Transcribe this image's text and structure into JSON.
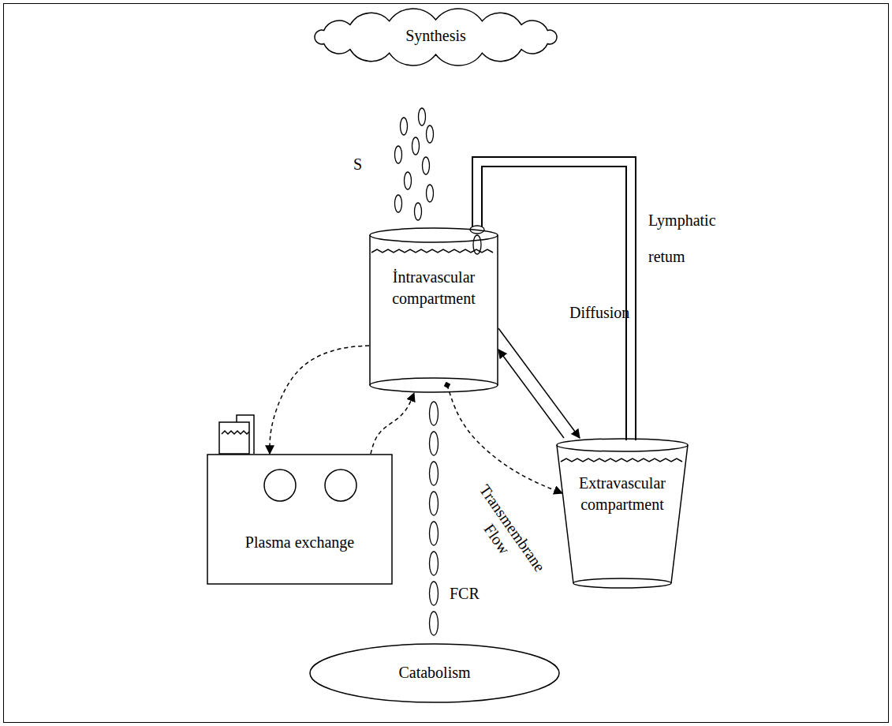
{
  "diagram": {
    "nodes": [
      {
        "text": [
          "Synthesis"
        ]
      },
      {
        "text": [
          "İntravascular compartment"
        ]
      },
      {
        "text": [
          "Extravascular compartment"
        ]
      },
      {
        "text": [
          "Plasma exchange"
        ]
      },
      {
        "text": [
          "Catabolism"
        ]
      }
    ],
    "edges": [
      {
        "from": 0,
        "to": 1,
        "label": "S",
        "arrow": "none"
      },
      {
        "from": 1,
        "to": 2,
        "label": "Diffusion",
        "arrow": "to"
      },
      {
        "from": 2,
        "to": 1,
        "arrow": "to"
      },
      {
        "from": 2,
        "to": 1,
        "label": "Lymphatic retum",
        "arrow": "none"
      },
      {
        "from": 1,
        "to": 2,
        "label": "Transmembrane Flow",
        "arrow": "to"
      },
      {
        "from": 1,
        "to": 4,
        "label": "FCR",
        "arrow": "none"
      },
      {
        "from": 1,
        "to": 3,
        "arrow": "to"
      },
      {
        "from": 3,
        "to": 1,
        "arrow": "to"
      }
    ]
  }
}
